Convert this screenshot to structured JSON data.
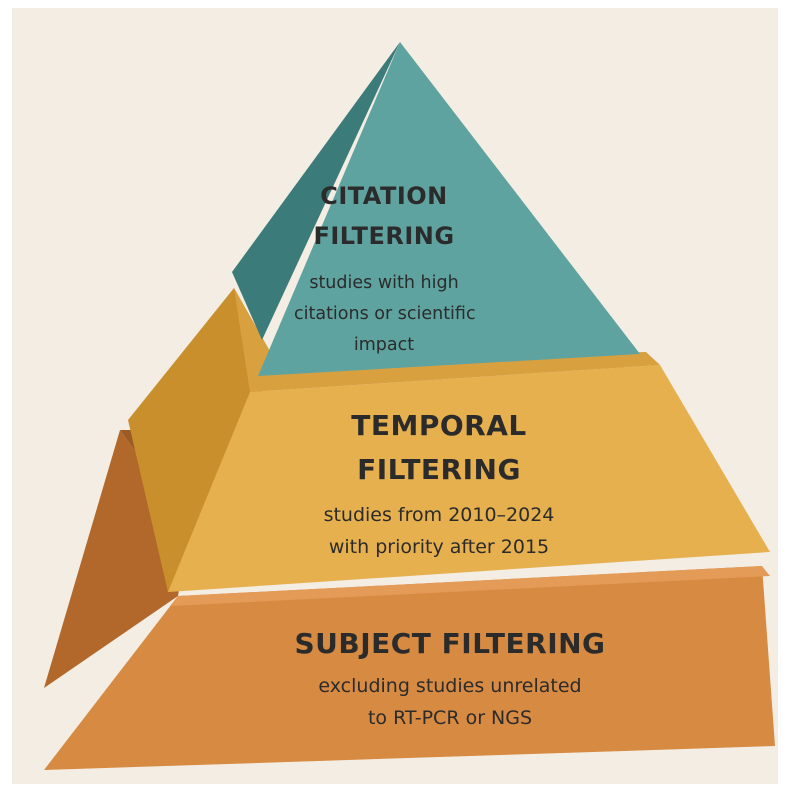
{
  "pyramid": {
    "tiers": [
      {
        "title_lines": [
          "CITATION",
          "FILTERING"
        ],
        "description_lines": [
          "studies with high",
          "citations or scientific",
          "impact"
        ]
      },
      {
        "title_lines": [
          "TEMPORAL",
          "FILTERING"
        ],
        "description_lines": [
          "studies from 2010–2024",
          "with priority after 2015"
        ]
      },
      {
        "title_lines": [
          "SUBJECT FILTERING"
        ],
        "description_lines": [
          "excluding studies unrelated",
          "to RT-PCR or NGS"
        ]
      }
    ],
    "colors": {
      "background": "#f3ede4",
      "top_front": "#5fa3a0",
      "top_side": "#3b7b79",
      "middle_front": "#e6b04e",
      "middle_side": "#c98f2c",
      "bottom_front": "#d78a42",
      "bottom_side": "#b2682b"
    }
  }
}
